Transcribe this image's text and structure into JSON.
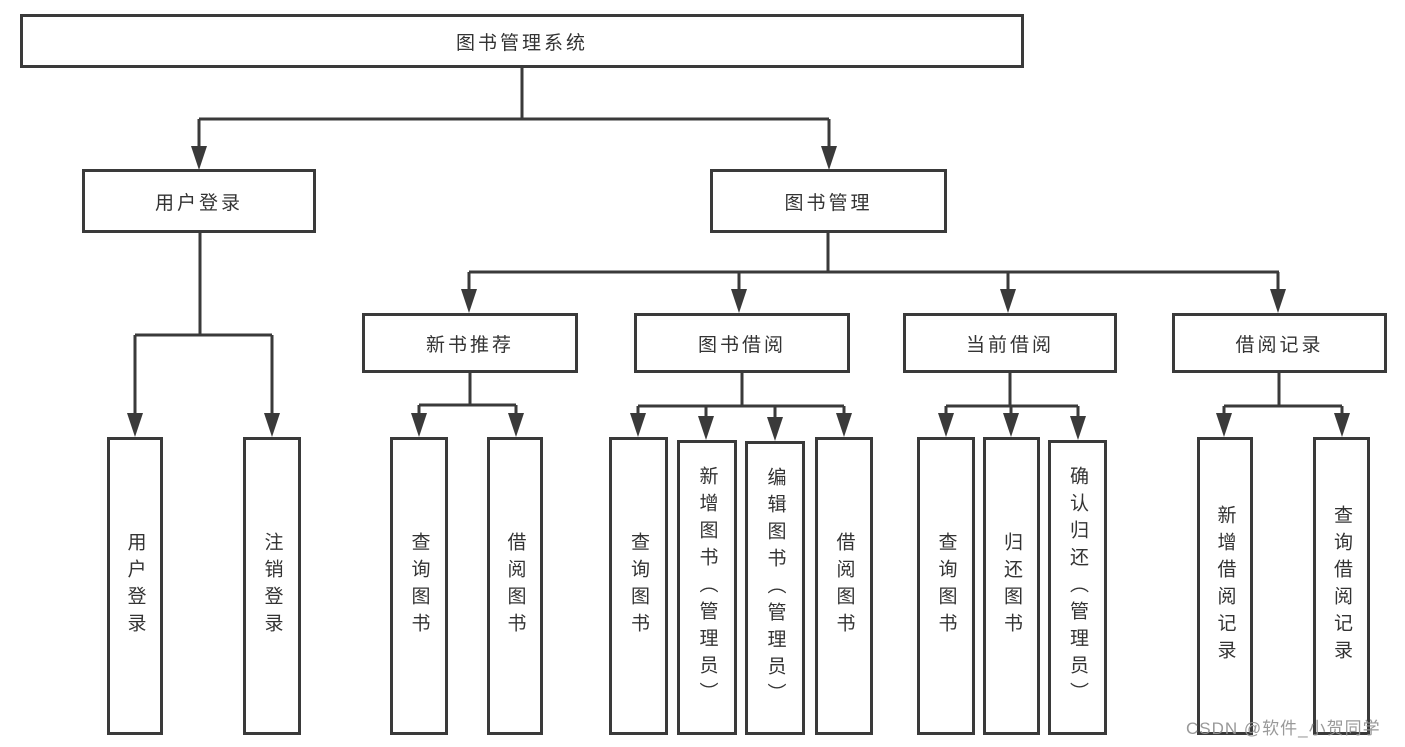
{
  "title": "图书管理系统",
  "level2": [
    "用户登录",
    "图书管理"
  ],
  "level3": [
    "新书推荐",
    "图书借阅",
    "当前借阅",
    "借阅记录"
  ],
  "leaves": {
    "user_login": [
      "用户登录",
      "注销登录"
    ],
    "new_book": [
      "查询图书",
      "借阅图书"
    ],
    "book_borrow": [
      "查询图书",
      "新增图书（管理员）",
      "编辑图书（管理员）",
      "借阅图书"
    ],
    "current_borrow": [
      "查询图书",
      "归还图书",
      "确认归还（管理员）"
    ],
    "borrow_record": [
      "新增借阅记录",
      "查询借阅记录"
    ]
  },
  "watermark": "CSDN @软件_小贺同学",
  "colors": {
    "line": "#3a3a3a",
    "text": "#333333",
    "watermark": "#949494",
    "background": "#ffffff"
  }
}
